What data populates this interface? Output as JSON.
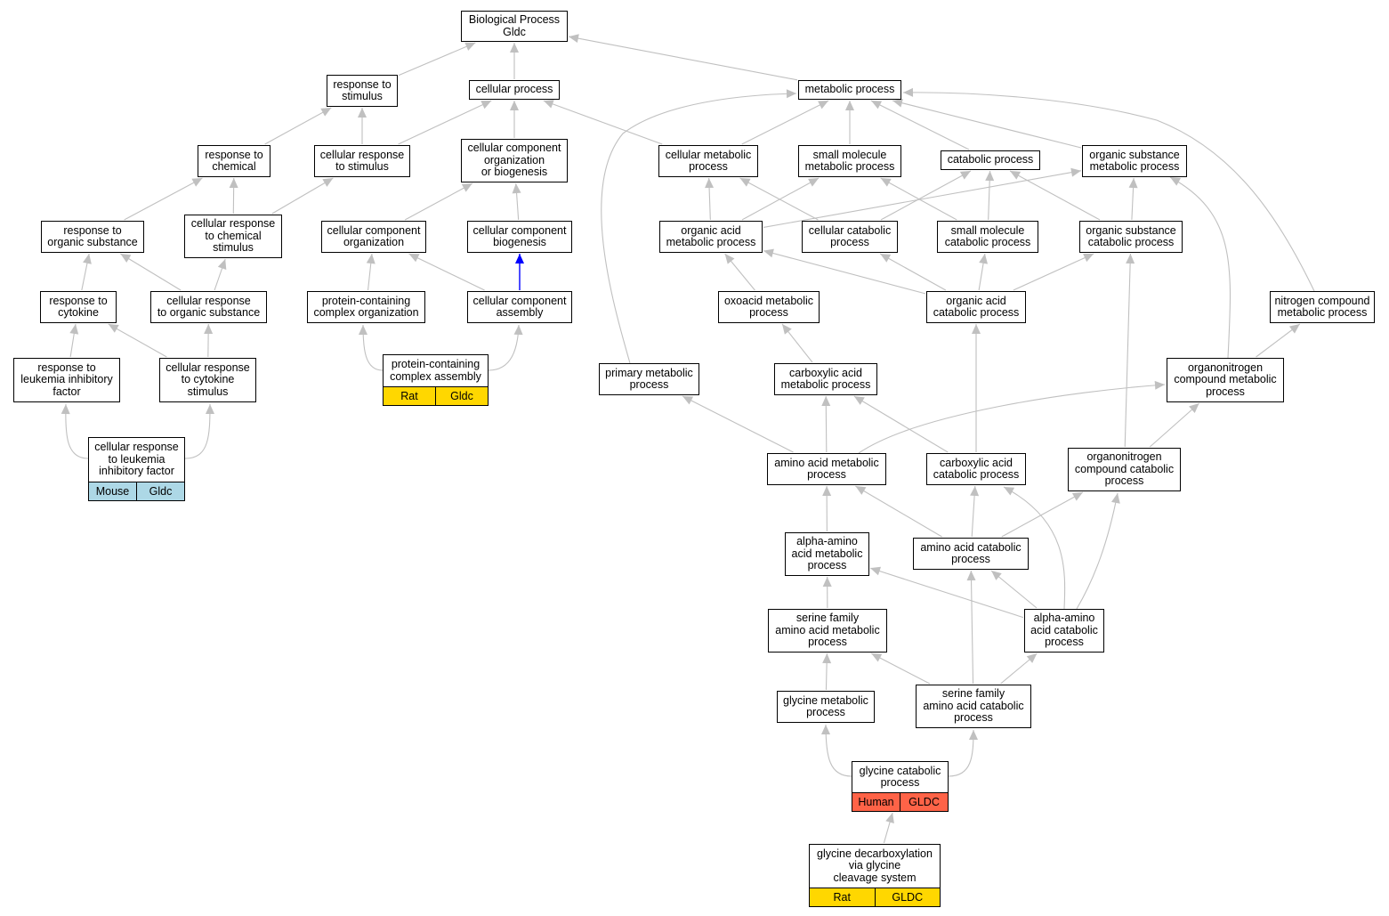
{
  "colors": {
    "edge": "#c0c0c0",
    "edge_highlight": "#0000ff",
    "mouse": "#add8e6",
    "rat": "#ffd700",
    "human": "#ff6347"
  },
  "nodes": {
    "bp": {
      "lines": [
        "Biological Process",
        "Gldc"
      ]
    },
    "rts": {
      "lines": [
        "response to",
        "stimulus"
      ]
    },
    "cp": {
      "lines": [
        "cellular process"
      ]
    },
    "mp": {
      "lines": [
        "metabolic process"
      ]
    },
    "rtc": {
      "lines": [
        "response to",
        "chemical"
      ]
    },
    "crts": {
      "lines": [
        "cellular response",
        "to stimulus"
      ]
    },
    "ccob": {
      "lines": [
        "cellular component",
        "organization",
        "or biogenesis"
      ]
    },
    "cmp": {
      "lines": [
        "cellular metabolic",
        "process"
      ]
    },
    "smmp": {
      "lines": [
        "small molecule",
        "metabolic process"
      ]
    },
    "catp": {
      "lines": [
        "catabolic process"
      ]
    },
    "osmp": {
      "lines": [
        "organic substance",
        "metabolic process"
      ]
    },
    "rtos": {
      "lines": [
        "response to",
        "organic substance"
      ]
    },
    "crtc": {
      "lines": [
        "cellular response",
        "to chemical",
        "stimulus"
      ]
    },
    "cco": {
      "lines": [
        "cellular component",
        "organization"
      ]
    },
    "ccb": {
      "lines": [
        "cellular component",
        "biogenesis"
      ]
    },
    "oamp": {
      "lines": [
        "organic acid",
        "metabolic process"
      ]
    },
    "ccp": {
      "lines": [
        "cellular catabolic",
        "process"
      ]
    },
    "smcp": {
      "lines": [
        "small molecule",
        "catabolic process"
      ]
    },
    "oscp": {
      "lines": [
        "organic substance",
        "catabolic process"
      ]
    },
    "rtcy": {
      "lines": [
        "response to",
        "cytokine"
      ]
    },
    "crtos": {
      "lines": [
        "cellular response",
        "to organic substance"
      ]
    },
    "pcco": {
      "lines": [
        "protein-containing",
        "complex organization"
      ]
    },
    "cca": {
      "lines": [
        "cellular component",
        "assembly"
      ]
    },
    "oxmp": {
      "lines": [
        "oxoacid metabolic",
        "process"
      ]
    },
    "oacp": {
      "lines": [
        "organic acid",
        "catabolic process"
      ]
    },
    "ncmp": {
      "lines": [
        "nitrogen compound",
        "metabolic process"
      ]
    },
    "rtlif": {
      "lines": [
        "response to",
        "leukemia inhibitory",
        "factor"
      ]
    },
    "crtcs": {
      "lines": [
        "cellular response",
        "to cytokine",
        "stimulus"
      ]
    },
    "pcca": {
      "lines": [
        "protein-containing",
        "complex assembly"
      ],
      "footer": [
        "Rat",
        "Gldc"
      ]
    },
    "pmp": {
      "lines": [
        "primary metabolic",
        "process"
      ]
    },
    "camp": {
      "lines": [
        "carboxylic acid",
        "metabolic process"
      ]
    },
    "ocmp": {
      "lines": [
        "organonitrogen",
        "compound metabolic",
        "process"
      ]
    },
    "crtlif": {
      "lines": [
        "cellular response",
        "to leukemia",
        "inhibitory factor"
      ],
      "footer": [
        "Mouse",
        "Gldc"
      ]
    },
    "aamp": {
      "lines": [
        "amino acid metabolic",
        "process"
      ]
    },
    "cacp": {
      "lines": [
        "carboxylic acid",
        "catabolic process"
      ]
    },
    "occp": {
      "lines": [
        "organonitrogen",
        "compound catabolic",
        "process"
      ]
    },
    "aaamp": {
      "lines": [
        "alpha-amino",
        "acid metabolic",
        "process"
      ]
    },
    "aacp": {
      "lines": [
        "amino acid catabolic",
        "process"
      ]
    },
    "sfaamp": {
      "lines": [
        "serine family",
        "amino acid metabolic",
        "process"
      ]
    },
    "aaacp": {
      "lines": [
        "alpha-amino",
        "acid catabolic",
        "process"
      ]
    },
    "gmp": {
      "lines": [
        "glycine metabolic",
        "process"
      ]
    },
    "sfaacp": {
      "lines": [
        "serine family",
        "amino acid catabolic",
        "process"
      ]
    },
    "gcp": {
      "lines": [
        "glycine catabolic",
        "process"
      ],
      "footer": [
        "Human",
        "GLDC"
      ]
    },
    "gdgcs": {
      "lines": [
        "glycine decarboxylation",
        "via glycine",
        "cleavage system"
      ],
      "footer": [
        "Rat",
        "Gldc"
      ]
    }
  }
}
